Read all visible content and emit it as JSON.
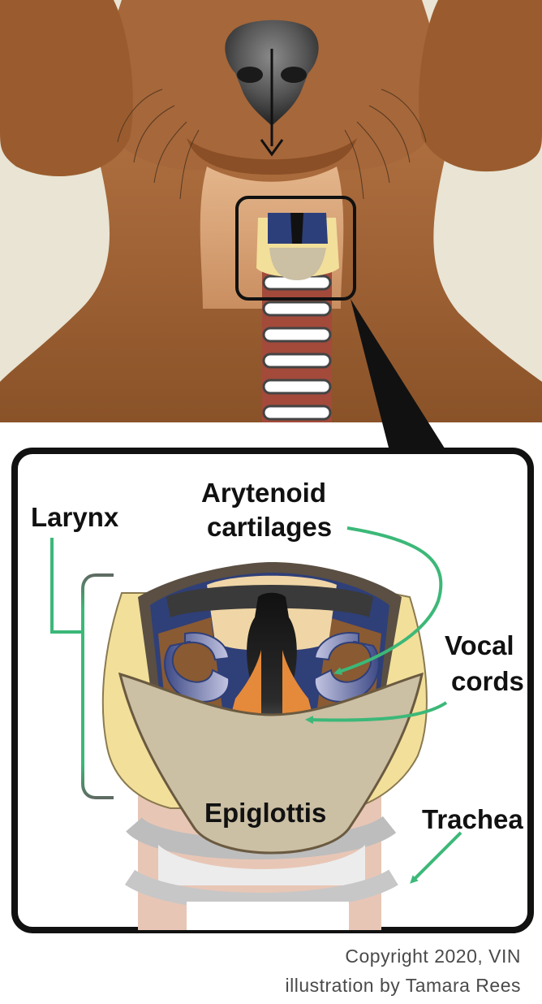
{
  "labels": {
    "larynx": "Larynx",
    "arytenoid_line1": "Arytenoid",
    "arytenoid_line2": "cartilages",
    "vocal_line1": "Vocal",
    "vocal_line2": "cords",
    "epiglottis": "Epiglottis",
    "trachea": "Trachea"
  },
  "credit": {
    "line1": "Copyright 2020, VIN",
    "line2": "illustration by Tamara Rees"
  },
  "colors": {
    "background": "#e9e4d4",
    "fur": "#9b6036",
    "fur_dark": "#7a4722",
    "nose": "#3a3a3a",
    "throat_skin": "#d7a57c",
    "callout_frame": "#111111",
    "leader_lines": "#3cb878",
    "cartilage_yellow": "#f2df9a",
    "epiglottis": "#cbbfa4",
    "arytenoid": "#b4b6d6",
    "vocal_cord": "#e58a3a",
    "trachea_ring": "#bcbcbc"
  }
}
